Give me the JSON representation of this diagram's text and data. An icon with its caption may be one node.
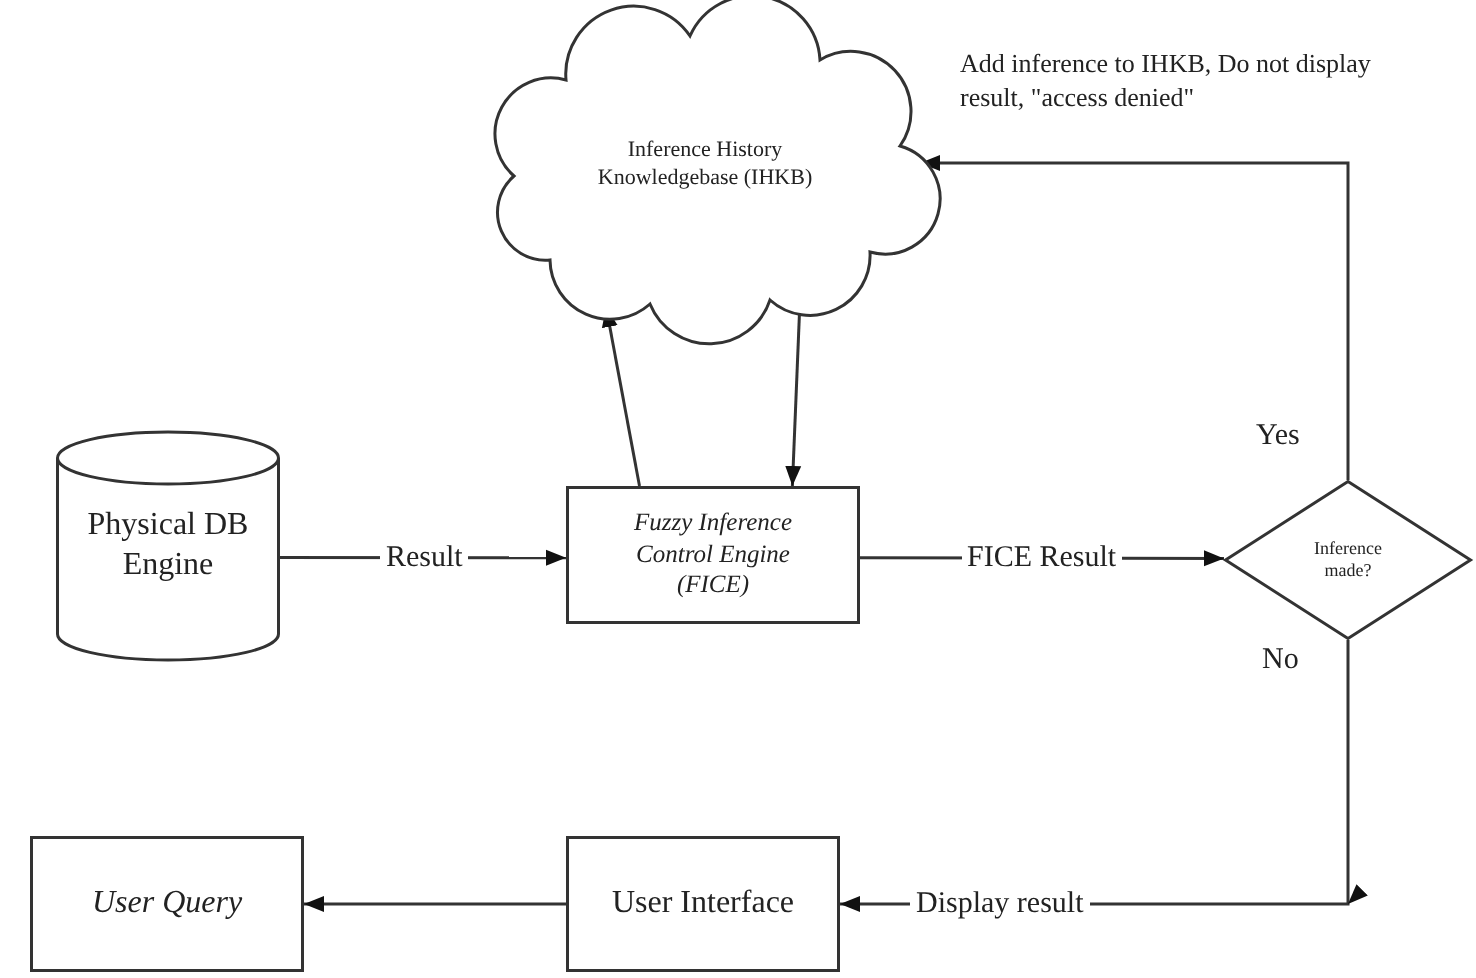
{
  "diagram": {
    "nodes": [
      {
        "text": [
          "Inference History Knowledgebase (IHKB)"
        ]
      },
      {
        "text": [
          "Physical DB Engine"
        ]
      },
      {
        "text": [
          "Fuzzy Inference Control Engine (FICE)"
        ]
      },
      {
        "text": [
          "Inference made?"
        ]
      },
      {
        "text": [
          "User Query"
        ]
      },
      {
        "text": [
          "User Interface"
        ]
      }
    ],
    "edges": [
      {
        "from": 1,
        "to": 2,
        "arrow": "to",
        "label": "Result"
      },
      {
        "from": 2,
        "to": 0,
        "arrow": "to"
      },
      {
        "from": 0,
        "to": 2,
        "arrow": "to"
      },
      {
        "from": 2,
        "to": 3,
        "arrow": "to",
        "label": "FICE Result"
      },
      {
        "from": 3,
        "to": 0,
        "arrow": "to",
        "label": "Yes"
      },
      {
        "from": 3,
        "to": 5,
        "arrow": "to",
        "label": "No"
      },
      {
        "from": 5,
        "to": 4,
        "arrow": "to"
      }
    ],
    "labels": [
      "Add inference to IHKB, Do not display result, \"access denied\"",
      "Display result"
    ]
  }
}
